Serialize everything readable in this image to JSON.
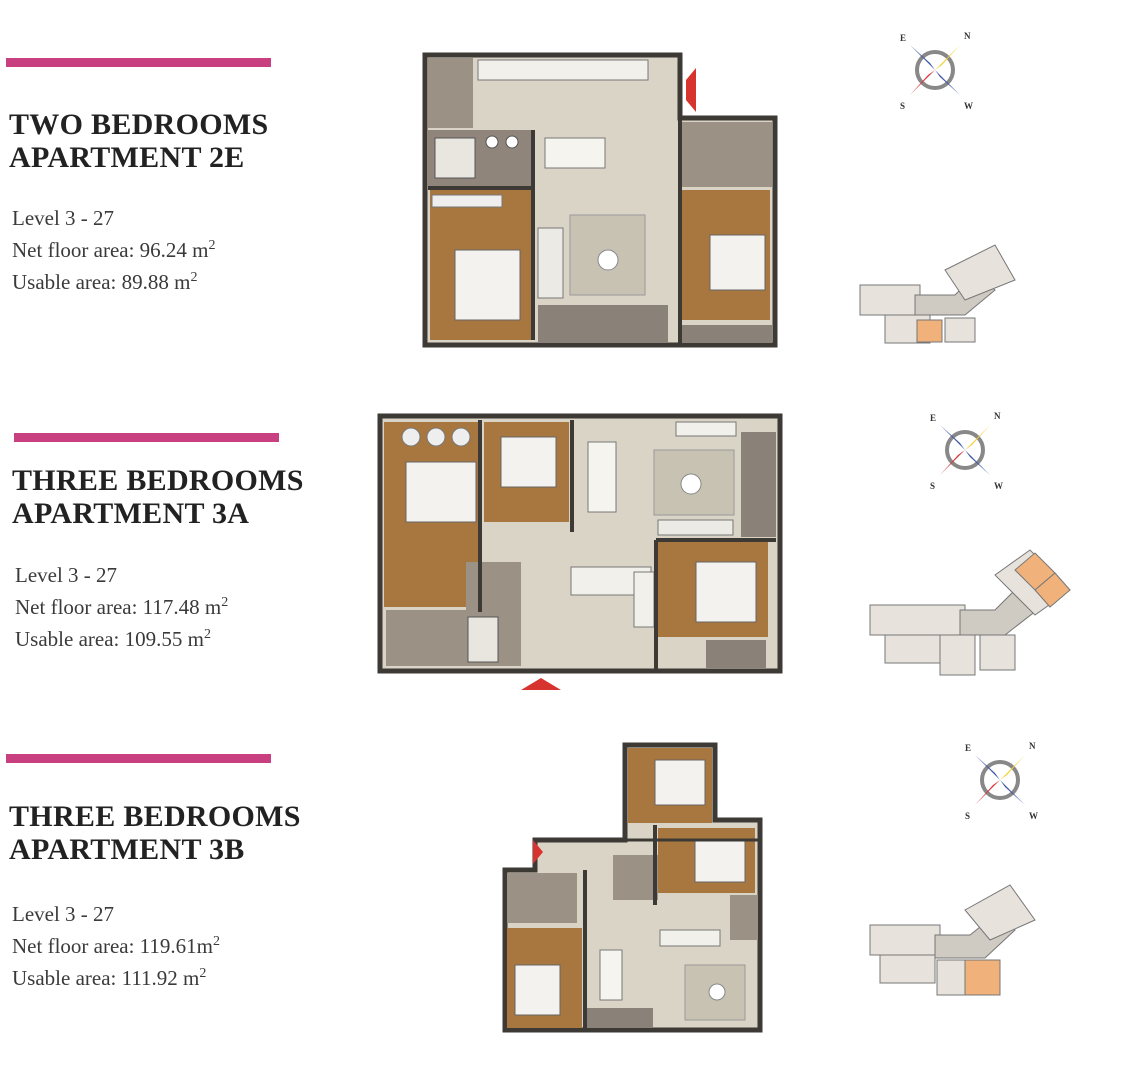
{
  "colors": {
    "accent": "#c8407f",
    "wall": "#3d3a36",
    "wood": "#a8773f",
    "floor": "#d9d4c6",
    "wet": "#9c9185",
    "orange": "#f0b27a"
  },
  "apartments": [
    {
      "title_line1": "TWO BEDROOMS",
      "title_line2": "APARTMENT 2E",
      "level": "Level  3 - 27",
      "net_label": "Net floor area: 96.24 m",
      "usable_label": "Usable area: 89.88 m",
      "unit_sup": "2"
    },
    {
      "title_line1": "THREE BEDROOMS",
      "title_line2": "APARTMENT 3A",
      "level": "Level  3 - 27",
      "net_label": "Net floor area: 117.48 m",
      "usable_label": "Usable area: 109.55 m",
      "unit_sup": "2"
    },
    {
      "title_line1": "THREE BEDROOMS",
      "title_line2": "APARTMENT 3B",
      "level": "Level  3 - 27",
      "net_label": "Net floor area: 119.61m",
      "usable_label": "Usable area: 111.92 m",
      "unit_sup": "2"
    }
  ],
  "compass": {
    "e": "E",
    "n": "N",
    "s": "S",
    "w": "W",
    "icon": "compass-rose-icon"
  }
}
